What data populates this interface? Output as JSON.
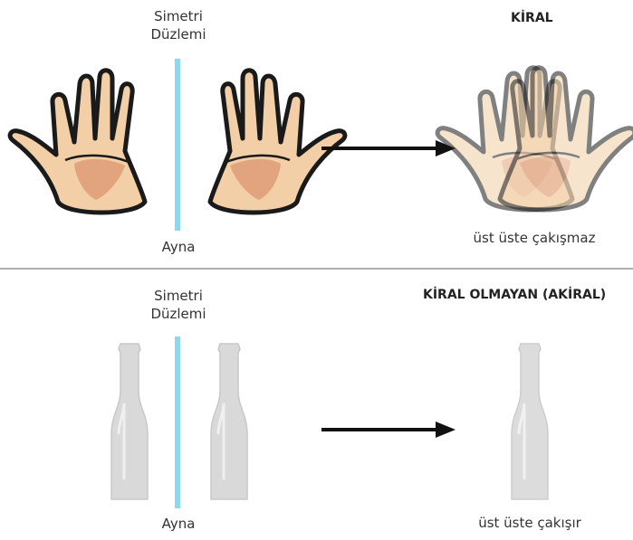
{
  "top_panel": {
    "plane_label_line1": "Simetri",
    "plane_label_line2": "Düzlemi",
    "mirror_label": "Ayna",
    "title": "KİRAL",
    "result_label": "üst üste çakışmaz"
  },
  "bottom_panel": {
    "plane_label_line1": "Simetri",
    "plane_label_line2": "Düzlemi",
    "mirror_label": "Ayna",
    "title": "KİRAL OLMAYAN  (AKİRAL)",
    "result_label": "üst üste çakışır"
  },
  "colors": {
    "mirror": "#8fd7ee",
    "skin": "#f2cfa6",
    "palm": "#d98c6a",
    "outline": "#1a1a1a",
    "bottle": "#d9d9d9",
    "bottle_dark": "#cfcfcf",
    "divider": "#b0b0b0"
  }
}
